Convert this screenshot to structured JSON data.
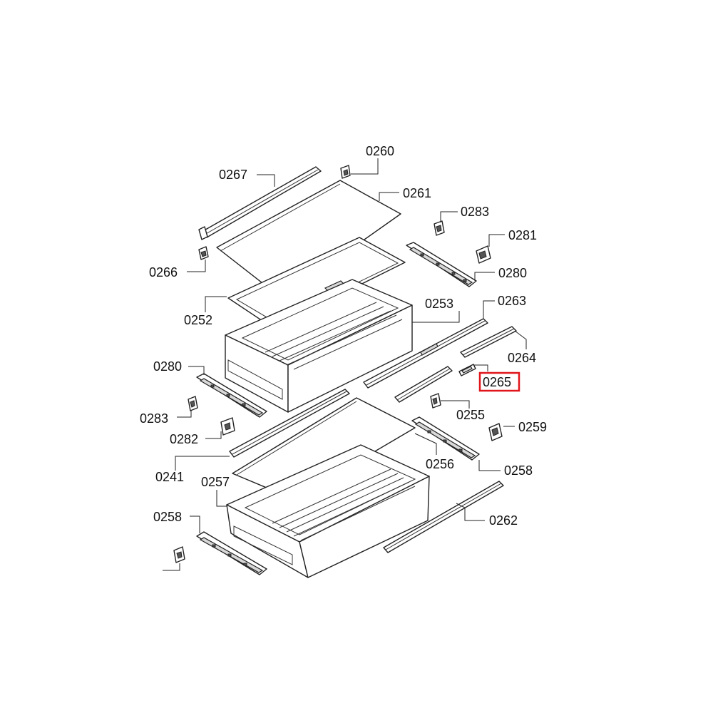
{
  "diagram": {
    "highlight_color": "#e0161b",
    "highlighted_part": "0265",
    "labels": {
      "l0260": "0260",
      "l0267": "0267",
      "l0261": "0261",
      "l0283a": "0283",
      "l0281": "0281",
      "l0266": "0266",
      "l0280a": "0280",
      "l0252": "0252",
      "l0253": "0253",
      "l0263": "0263",
      "l0264": "0264",
      "l0280b": "0280",
      "l0265": "0265",
      "l0283b": "0283",
      "l0255": "0255",
      "l0259": "0259",
      "l0282": "0282",
      "l0256": "0256",
      "l0258a": "0258",
      "l0241": "0241",
      "l0257": "0257",
      "l0262": "0262",
      "l0258b": "0258"
    }
  }
}
